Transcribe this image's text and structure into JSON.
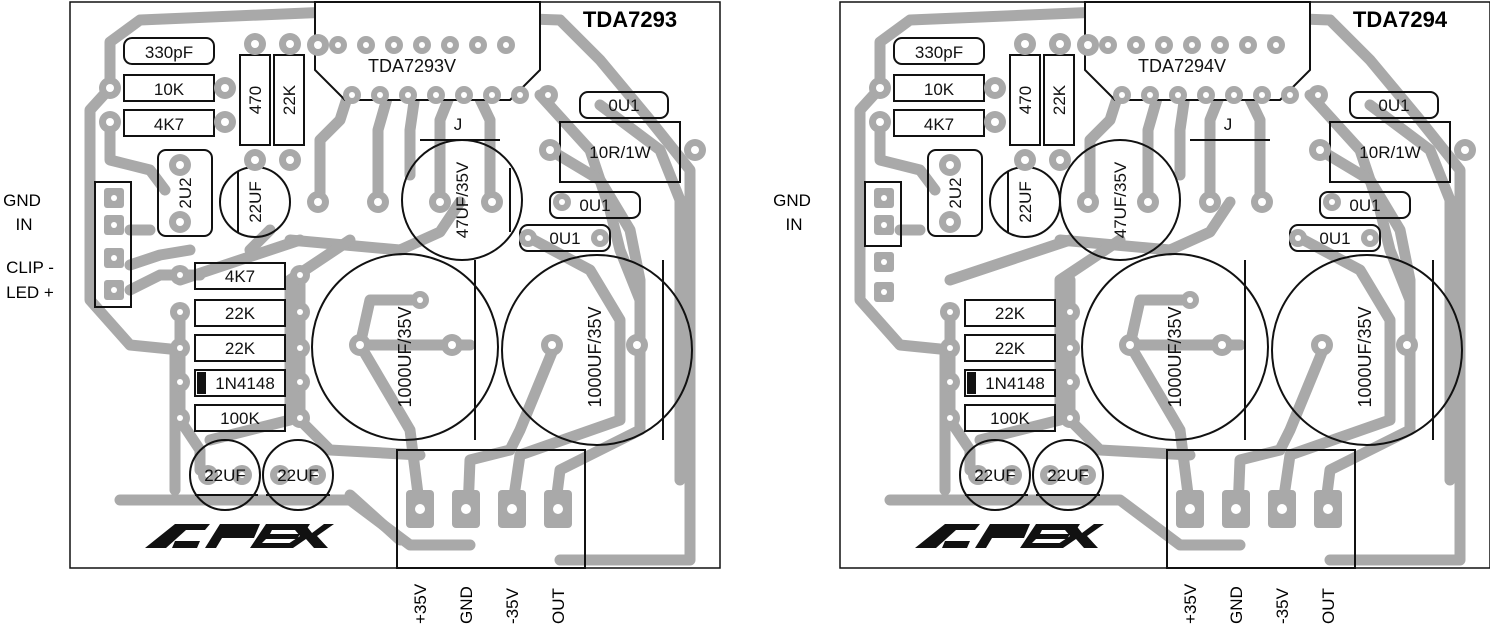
{
  "colors": {
    "trace": "#a9a9a9",
    "outline": "#111111",
    "background": "#ffffff",
    "pad_hole": "#ffffff"
  },
  "boards": [
    {
      "title": "TDA7293",
      "ic_label": "TDA7293V",
      "jumper_label": "J",
      "components": {
        "c330": "330pF",
        "r10k": "10K",
        "r4k7": "4K7",
        "r470": "470",
        "r22k_v": "22K",
        "c2u2": "2U2",
        "c22uf_mid": "22UF",
        "c47uf": "47UF/35V",
        "c0u1_a": "0U1",
        "c0u1_b": "0U1",
        "c0u1_c": "0U1",
        "r10r": "10R/1W",
        "r4k7_b": "4K7",
        "r22k_a": "22K",
        "r22k_b": "22K",
        "diode": "1N4148",
        "r100k": "100K",
        "c1000_a": "1000UF/35V",
        "c1000_b": "1000UF/35V",
        "c22uf_a": "22UF",
        "c22uf_b": "22UF"
      },
      "logo": "APEX",
      "side_labels": [
        "GND",
        "IN",
        "CLIP -",
        "LED +"
      ],
      "bottom_labels": [
        "+35V",
        "GND",
        "-35V",
        "OUT"
      ]
    },
    {
      "title": "TDA7294",
      "ic_label": "TDA7294V",
      "jumper_label": "J",
      "components": {
        "c330": "330pF",
        "r10k": "10K",
        "r4k7": "4K7",
        "r470": "470",
        "r22k_v": "22K",
        "c2u2": "2U2",
        "c22uf_mid": "22UF",
        "c47uf": "47UF/35V",
        "c0u1_a": "0U1",
        "c0u1_b": "0U1",
        "c0u1_c": "0U1",
        "r10r": "10R/1W",
        "r22k_a": "22K",
        "r22k_b": "22K",
        "diode": "1N4148",
        "r100k": "100K",
        "c1000_a": "1000UF/35V",
        "c1000_b": "1000UF/35V",
        "c22uf_a": "22UF",
        "c22uf_b": "22UF"
      },
      "logo": "APEX",
      "side_labels": [
        "GND",
        "IN"
      ],
      "bottom_labels": [
        "+35V",
        "GND",
        "-35V",
        "OUT"
      ]
    }
  ]
}
